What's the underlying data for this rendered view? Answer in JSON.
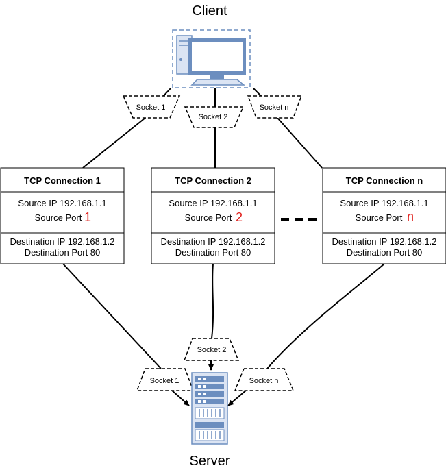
{
  "client": {
    "label": "Client"
  },
  "server": {
    "label": "Server"
  },
  "client_sockets": [
    {
      "label": "Socket 1"
    },
    {
      "label": "Socket 2"
    },
    {
      "label": "Socket n"
    }
  ],
  "server_sockets": [
    {
      "label": "Socket 1"
    },
    {
      "label": "Socket 2"
    },
    {
      "label": "Socket n"
    }
  ],
  "connections": [
    {
      "title": "TCP Connection 1",
      "source_ip": "Source IP 192.168.1.1",
      "source_port_label": "Source Port",
      "source_port_value": "1",
      "destination_ip": "Destination IP 192.168.1.2",
      "destination_port": "Destination Port 80"
    },
    {
      "title": "TCP Connection 2",
      "source_ip": "Source IP 192.168.1.1",
      "source_port_label": "Source Port",
      "source_port_value": "2",
      "destination_ip": "Destination IP 192.168.1.2",
      "destination_port": "Destination Port 80"
    },
    {
      "title": "TCP Connection n",
      "source_ip": "Source IP 192.168.1.1",
      "source_port_label": "Source Port",
      "source_port_value": "n",
      "destination_ip": "Destination IP 192.168.1.2",
      "destination_port": "Destination Port 80"
    }
  ],
  "colors": {
    "port_highlight": "#e0201c",
    "icon_blue": "#6c8ebf",
    "icon_fill": "#dbe4f3"
  }
}
